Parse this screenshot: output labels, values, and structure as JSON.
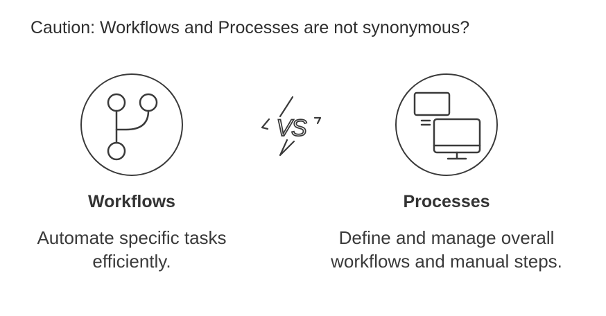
{
  "title": "Caution: Workflows and Processes are not synonymous?",
  "vs_label": "VS",
  "left": {
    "icon": "branch-icon",
    "heading": "Workflows",
    "description": "Automate specific tasks efficiently."
  },
  "right": {
    "icon": "monitors-icon",
    "heading": "Processes",
    "description": "Define and manage overall workflows and manual steps."
  },
  "colors": {
    "stroke": "#3a3a3a",
    "text": "#333333",
    "background": "#ffffff"
  }
}
